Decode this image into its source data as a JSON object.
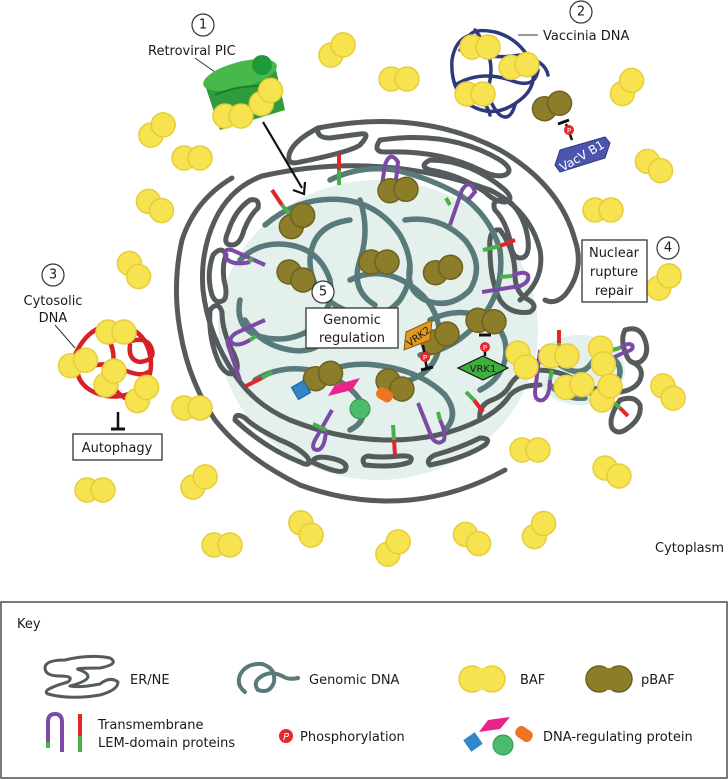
{
  "figure": {
    "labels": {
      "retroviral_pic": "Retroviral PIC",
      "vaccinia_dna": "Vaccinia DNA",
      "cytosolic_dna_line1": "Cytosolic",
      "cytosolic_dna_line2": "DNA",
      "autophagy": "Autophagy",
      "nuclear_rupture_line1": "Nuclear",
      "nuclear_rupture_line2": "rupture",
      "nuclear_rupture_line3": "repair",
      "genomic_regulation_line1": "Genomic",
      "genomic_regulation_line2": "regulation",
      "cytoplasm": "Cytoplasm",
      "vacv_b1": "VacV B1",
      "vrk1": "VRK1",
      "vrk2": "VRK2",
      "phospho_symbol": "P"
    },
    "numbers": {
      "n1": "1",
      "n2": "2",
      "n3": "3",
      "n4": "4",
      "n5": "5"
    },
    "colors": {
      "baf": "#f7e24f",
      "pbaf": "#8c7d2b",
      "genomic_dna": "#587a7a",
      "er_ne": "#555a5c",
      "nucleoplasm": "#e3f0ec",
      "lem_purple": "#7b4aa6",
      "lem_green": "#47b04a",
      "lem_red": "#e0262a",
      "phospho": "#e8262c",
      "vaccinia_dna": "#2e3a7c",
      "cytosolic_dna": "#d82027",
      "retroviral_pic": "#3cb043",
      "vacv_b1": "#4b55b0",
      "vrk1": "#3fae3f",
      "vrk2": "#e29a1e",
      "dna_reg_blue": "#2f86c8",
      "dna_reg_pink": "#e8238a",
      "dna_reg_green": "#4cbb6c",
      "dna_reg_orange": "#ee7422"
    }
  },
  "key": {
    "title": "Key",
    "items": [
      {
        "label": "ER/NE"
      },
      {
        "label": "Genomic DNA"
      },
      {
        "label": "BAF"
      },
      {
        "label": "pBAF"
      },
      {
        "label_line1": "Transmembrane",
        "label_line2": "LEM-domain proteins"
      },
      {
        "label": "Phosphorylation"
      },
      {
        "label": "DNA-regulating protein"
      }
    ]
  }
}
